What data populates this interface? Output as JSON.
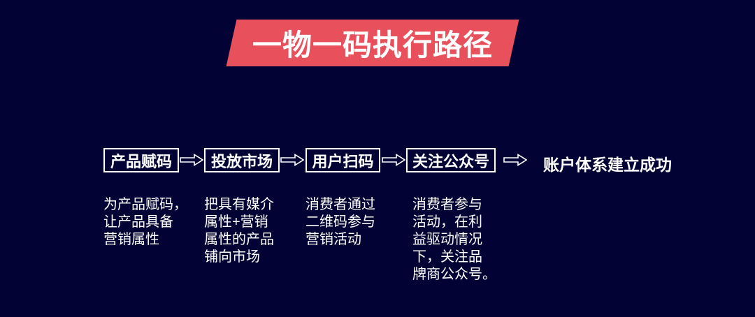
{
  "title": "一物一码执行路径",
  "colors": {
    "background": "#030234",
    "banner": "#e8505b",
    "text": "#ffffff",
    "box_border": "#ffffff"
  },
  "flow": {
    "steps": [
      {
        "label": "产品赋码",
        "description": "为产品赋码，\n让产品具备\n营销属性"
      },
      {
        "label": "投放市场",
        "description": "把具有媒介\n属性+营销\n属性的产品\n铺向市场"
      },
      {
        "label": "用户扫码",
        "description": "消费者通过\n二维码参与\n营销活动"
      },
      {
        "label": "关注公众号",
        "description": "消费者参与\n活动，在利\n益驱动情况\n下，关注品\n牌商公众号。"
      }
    ],
    "result": "账户体系建立成功",
    "arrow_icon": "right-arrow"
  }
}
